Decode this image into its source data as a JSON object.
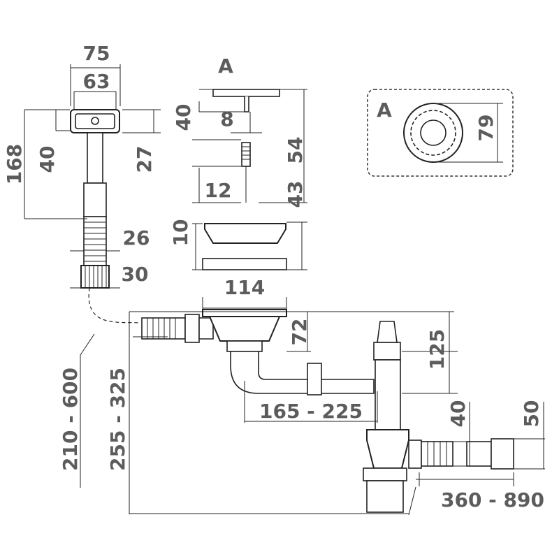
{
  "dimensions": {
    "overflow_width": "75",
    "overflow_inner": "63",
    "overflow_height": "168",
    "overflow_tube": "40",
    "overflow_head": "27",
    "hose_d": "26",
    "hose_end": "30",
    "plug_height": "40",
    "plug_stem": "8",
    "plug_total": "54",
    "screw_d": "12",
    "screw_len": "43",
    "basket_h": "10",
    "basket_w": "114",
    "detail_label": "A",
    "detail_label_2": "A",
    "detail_d": "79",
    "outlet_h": "72",
    "siphon_h": "125",
    "pipe_len": "165 - 225",
    "outlet_d": "40",
    "outlet_d2": "50",
    "hose_range": "210 - 600",
    "height_range": "255 - 325",
    "drain_range": "360 - 890"
  },
  "colors": {
    "text": "#5c5c5c",
    "line": "#222222"
  }
}
